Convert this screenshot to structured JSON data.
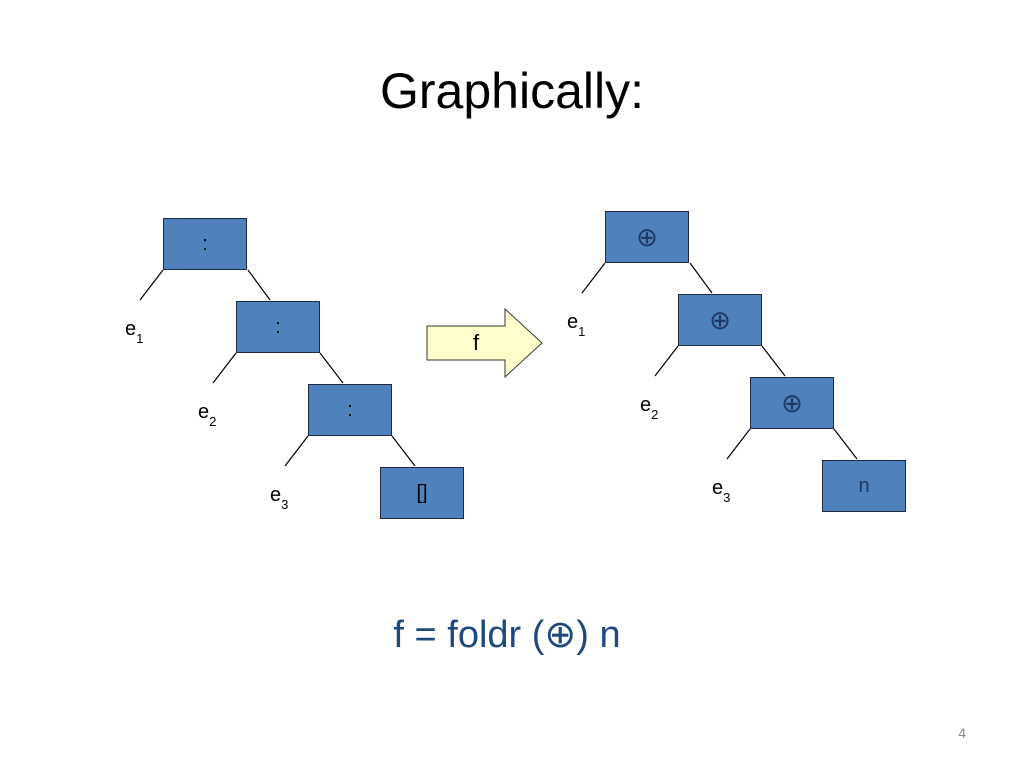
{
  "slide": {
    "title": "Graphically:",
    "left_tree": {
      "nodes": [
        ":",
        ":",
        ":",
        "[]"
      ],
      "elements": [
        {
          "base": "e",
          "sub": "1"
        },
        {
          "base": "e",
          "sub": "2"
        },
        {
          "base": "e",
          "sub": "3"
        }
      ]
    },
    "arrow_label": "f",
    "right_tree": {
      "nodes": [
        "⊕",
        "⊕",
        "⊕",
        "n"
      ],
      "elements": [
        {
          "base": "e",
          "sub": "1"
        },
        {
          "base": "e",
          "sub": "2"
        },
        {
          "base": "e",
          "sub": "3"
        }
      ]
    },
    "formula": "f = foldr (⊕) n",
    "page_number": "4"
  },
  "colors": {
    "node_fill": "#4f81bd",
    "node_border": "#1f2a3c",
    "arrow_fill": "#ffffcc",
    "formula_text": "#1f497d"
  }
}
